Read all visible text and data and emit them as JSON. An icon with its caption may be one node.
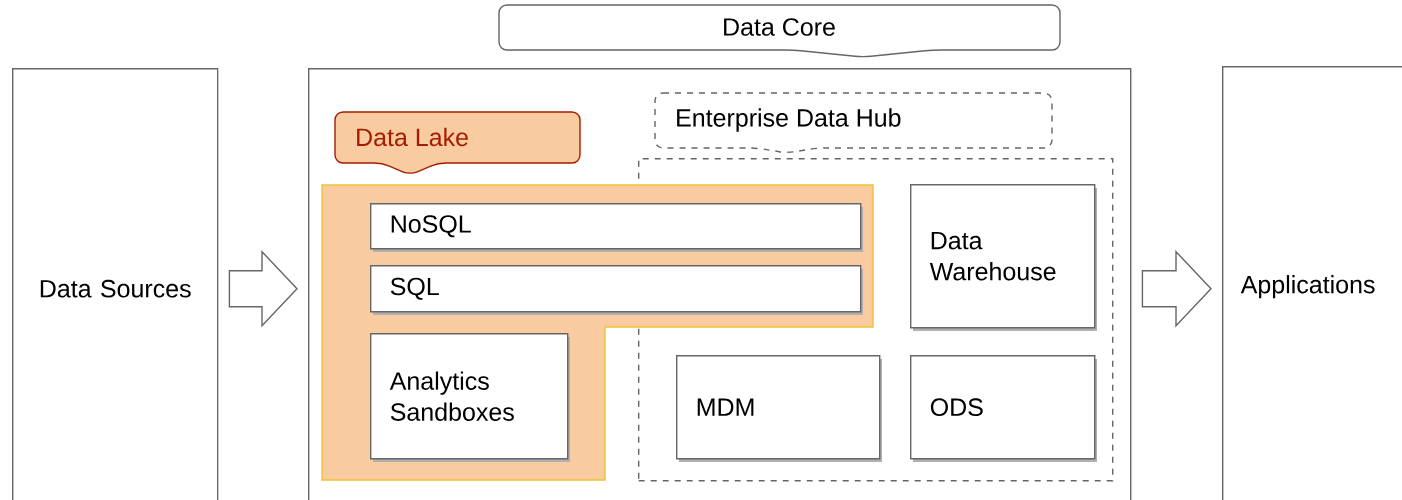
{
  "diagram": {
    "nodes": [
      {
        "text": [
          "Data Sources"
        ]
      },
      {
        "text": [
          "Data Core"
        ]
      },
      {
        "text": [
          "Data Lake"
        ],
        "in": 1
      },
      {
        "text": [
          "NoSQL"
        ],
        "in": 2
      },
      {
        "text": [
          "SQL"
        ],
        "in": 2
      },
      {
        "text": [
          "Analytics Sandboxes"
        ],
        "in": 2
      },
      {
        "text": [
          "Enterprise Data Hub"
        ],
        "in": 1
      },
      {
        "text": [
          "Data Warehouse"
        ],
        "in": 6
      },
      {
        "text": [
          "MDM"
        ],
        "in": 6
      },
      {
        "text": [
          "ODS"
        ],
        "in": 6
      },
      {
        "text": [
          "Applications"
        ]
      }
    ],
    "edges": [
      {
        "from": 0,
        "to": 1,
        "arrow": "to"
      },
      {
        "from": 1,
        "to": 10,
        "arrow": "to"
      }
    ]
  }
}
